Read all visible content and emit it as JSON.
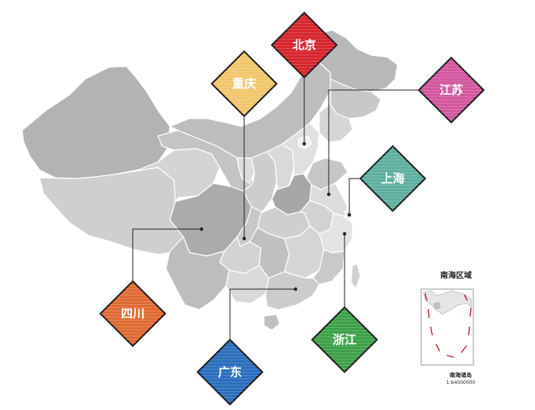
{
  "markers": [
    {
      "id": "beijing",
      "label": "北京",
      "color": "#d7262e"
    },
    {
      "id": "chongqing",
      "label": "重庆",
      "color": "#f1c76d"
    },
    {
      "id": "jiangsu",
      "label": "江苏",
      "color": "#d2589f"
    },
    {
      "id": "shanghai",
      "label": "上海",
      "color": "#5eafa0"
    },
    {
      "id": "sichuan",
      "label": "四川",
      "color": "#e06a33"
    },
    {
      "id": "guangdong",
      "label": "广东",
      "color": "#2b6fbd"
    },
    {
      "id": "zhejiang",
      "label": "浙江",
      "color": "#3fa14a"
    }
  ],
  "inset": {
    "title": "南海区域",
    "islands_label": "南海诸岛",
    "scale": "1:64000000"
  }
}
